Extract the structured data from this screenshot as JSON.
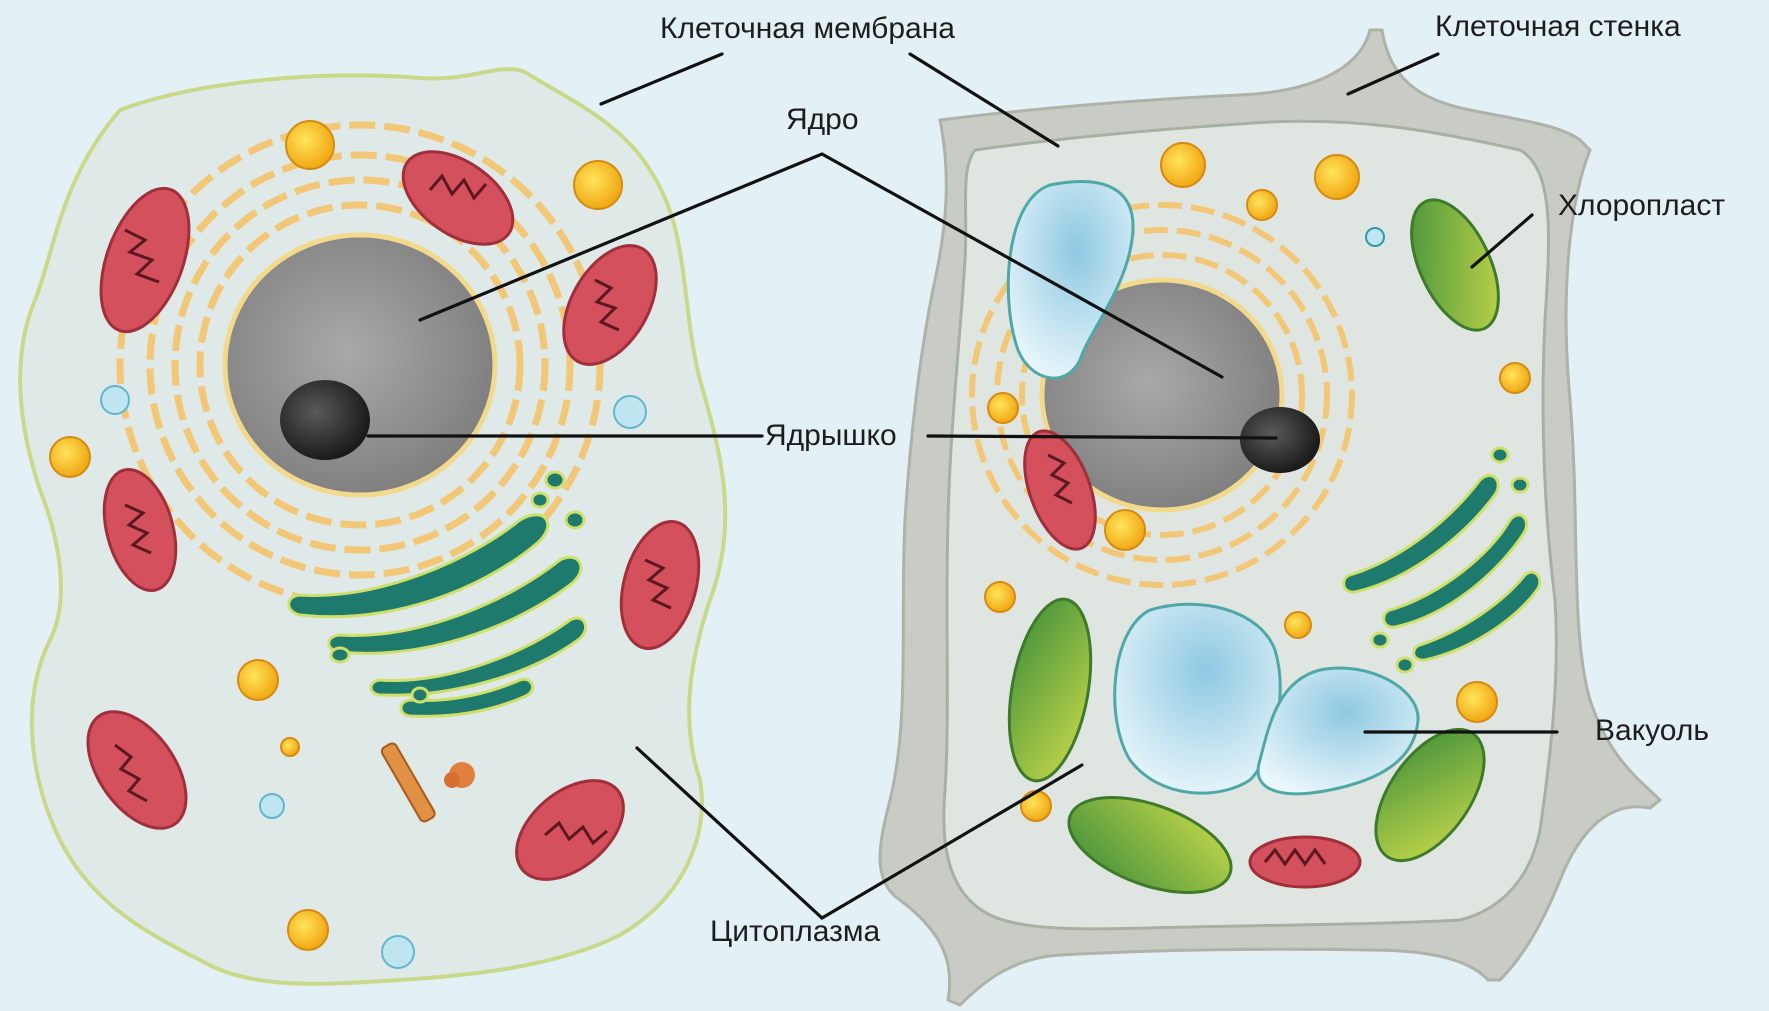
{
  "labels": {
    "cell_membrane": "Клеточная мембрана",
    "cell_wall": "Клеточная стенка",
    "nucleus": "Ядро",
    "chloroplast": "Хлоропласт",
    "nucleolus": "Ядрышко",
    "vacuole": "Вакуоль",
    "cytoplasm": "Цитоплазма"
  },
  "colors": {
    "background": "#e3f0f5",
    "cytoplasm": "#dfe9e8",
    "cell_wall": "#c9ccc4",
    "nucleus": "#8e8e8e",
    "nucleolus": "#2f2f2f",
    "mitochondrion": "#d4505c",
    "golgi": "#1f7a6e",
    "chloroplast": "#6cae3e",
    "vacuole": "#bfe2ef",
    "er": "#f2c878",
    "lysosome": "#f5c51d"
  }
}
